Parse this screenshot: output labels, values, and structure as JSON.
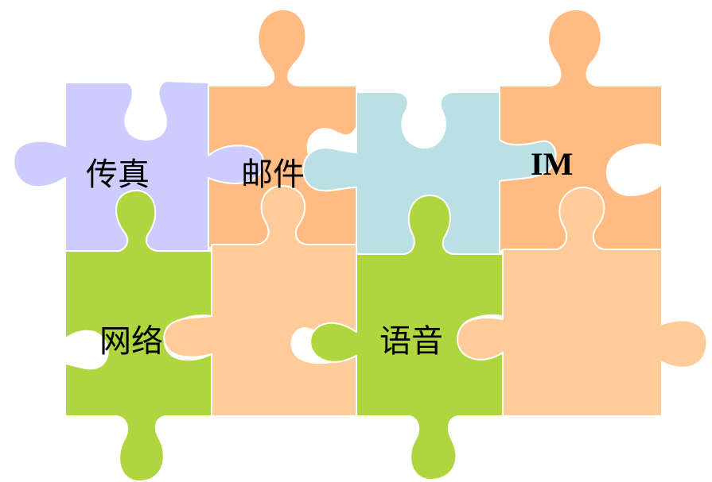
{
  "colors": {
    "lavender": "#CCCCFF",
    "orange": "#FFBB82",
    "light_blue": "#BBE0E3",
    "green": "#B0D63F",
    "peach": "#FFCC99",
    "border": "#FFFFFF",
    "text": "#000000"
  },
  "pieces": [
    {
      "id": "fax",
      "color_key": "lavender",
      "label": "传真"
    },
    {
      "id": "email",
      "color_key": "orange",
      "label": "邮件"
    },
    {
      "id": "blue-center",
      "color_key": "light_blue",
      "label": ""
    },
    {
      "id": "im",
      "color_key": "orange",
      "label": "IM"
    },
    {
      "id": "network",
      "color_key": "green",
      "label": "网络"
    },
    {
      "id": "peach-left",
      "color_key": "peach",
      "label": ""
    },
    {
      "id": "voice",
      "color_key": "green",
      "label": "语音"
    },
    {
      "id": "peach-right",
      "color_key": "peach",
      "label": ""
    }
  ]
}
